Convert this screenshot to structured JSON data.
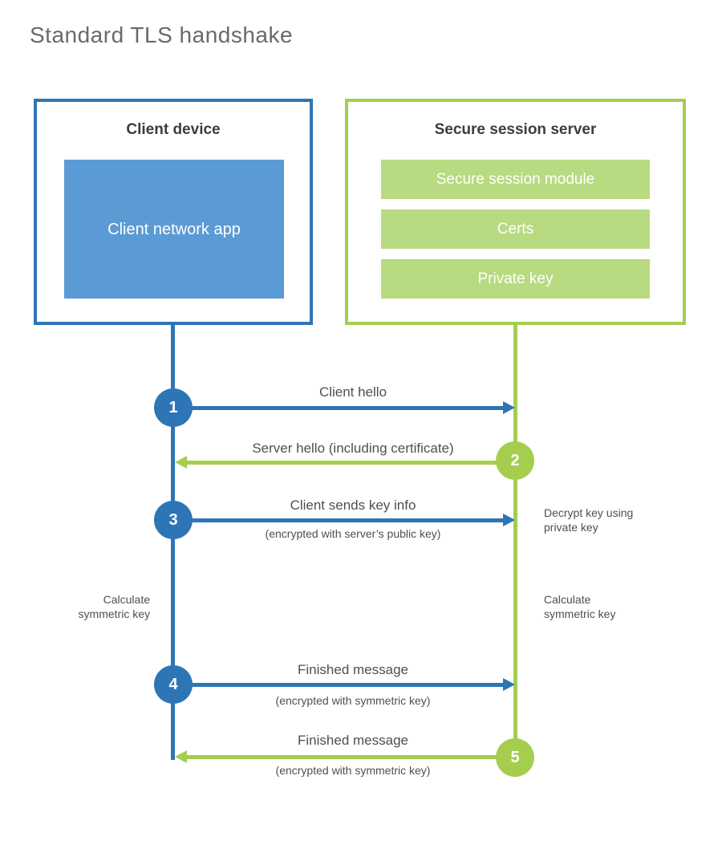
{
  "title": "Standard TLS handshake",
  "colors": {
    "blue": "#2e75b6",
    "blue_fill": "#5b9bd5",
    "green": "#a5ce4f",
    "green_fill": "#b8da80",
    "heading_text": "#3d3d3d",
    "label_text": "#4f4f4f",
    "title_text": "#6a6a6a"
  },
  "client": {
    "title": "Client device",
    "app": "Client network app"
  },
  "server": {
    "title": "Secure session server",
    "modules": [
      "Secure session module",
      "Certs",
      "Private key"
    ]
  },
  "messages": [
    {
      "num": "1",
      "label": "Client hello",
      "sub": "",
      "direction": "client-to-server"
    },
    {
      "num": "2",
      "label": "Server hello (including certificate)",
      "sub": "",
      "direction": "server-to-client"
    },
    {
      "num": "3",
      "label": "Client sends key info",
      "sub": "(encrypted with server’s public key)",
      "direction": "client-to-server"
    },
    {
      "num": "4",
      "label": "Finished message",
      "sub": "(encrypted with symmetric key)",
      "direction": "client-to-server"
    },
    {
      "num": "5",
      "label": "Finished message",
      "sub": "(encrypted with symmetric key)",
      "direction": "server-to-client"
    }
  ],
  "notes": {
    "server_decrypt": "Decrypt key using private key",
    "client_calculate": "Calculate symmetric key",
    "server_calculate": "Calculate symmetric key"
  }
}
